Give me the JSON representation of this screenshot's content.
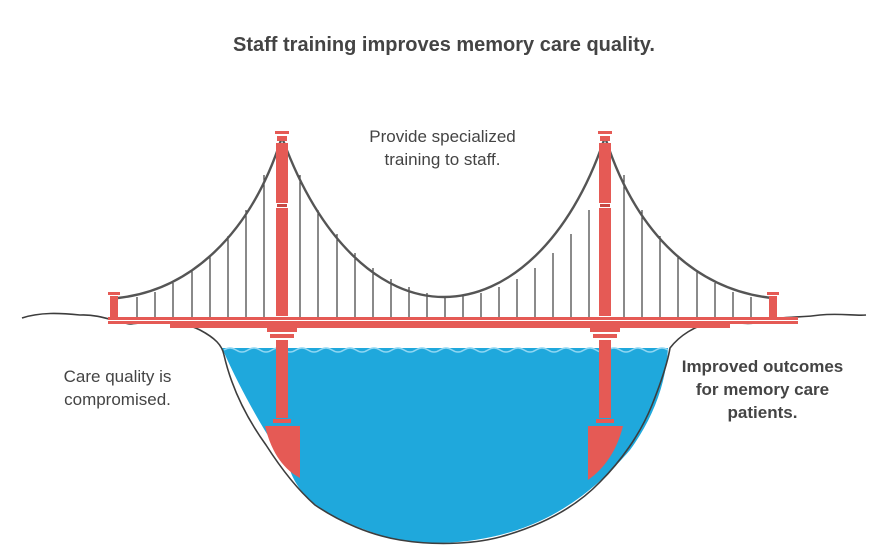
{
  "title": "Staff training improves memory care quality.",
  "labels": {
    "top": [
      "Provide specialized",
      "training to staff."
    ],
    "left": [
      "Care quality is",
      "compromised."
    ],
    "right": [
      "Improved outcomes",
      "for memory care",
      "patients."
    ]
  },
  "colors": {
    "bridge_red": "#e55a55",
    "water_blue": "#1fa8dc",
    "outline": "#3d3d3d",
    "text": "#444444"
  }
}
